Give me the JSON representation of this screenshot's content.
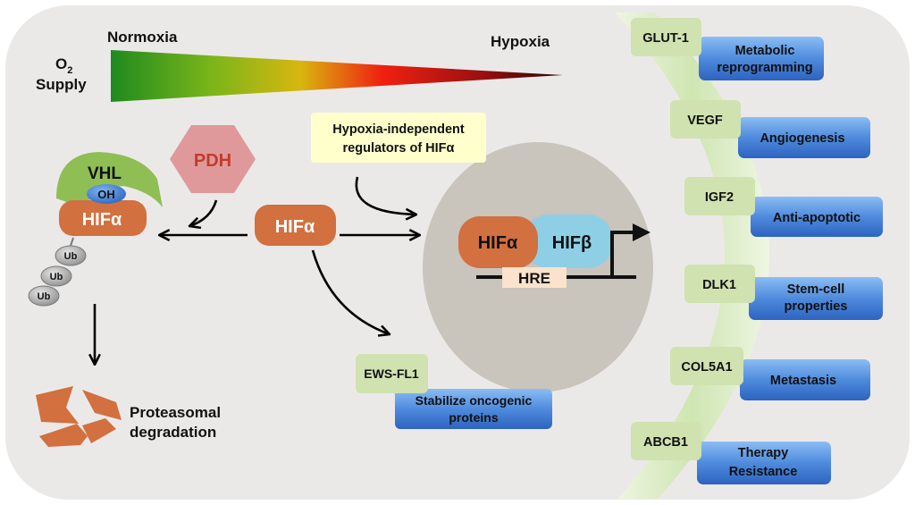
{
  "gradient": {
    "o2": "O",
    "o2_sub": "2",
    "supply": "Supply",
    "normoxia": "Normoxia",
    "hypoxia": "Hypoxia"
  },
  "left": {
    "vhl": "VHL",
    "oh": "OH",
    "hif_alpha": "HIFα",
    "ub": [
      "Ub",
      "Ub",
      "Ub"
    ],
    "pdh": "PDH",
    "proteasomal_1": "Proteasomal",
    "proteasomal_2": "degradation"
  },
  "center": {
    "hif_alpha": "HIFα",
    "regulators_1": "Hypoxia-independent",
    "regulators_2": "regulators of HIFα",
    "ews_fl1": "EWS-FL1",
    "stabilize_1": "Stabilize oncogenic",
    "stabilize_2": "proteins"
  },
  "nucleus": {
    "hif_alpha": "HIFα",
    "hif_beta": "HIFβ",
    "hre": "HRE"
  },
  "targets": [
    {
      "gene": "GLUT-1",
      "effect": [
        "Metabolic",
        "reprogramming"
      ]
    },
    {
      "gene": "VEGF",
      "effect": [
        "Angiogenesis"
      ]
    },
    {
      "gene": "IGF2",
      "effect": [
        "Anti-apoptotic"
      ]
    },
    {
      "gene": "DLK1",
      "effect": [
        "Stem-cell",
        "properties"
      ]
    },
    {
      "gene": "COL5A1",
      "effect": [
        "Metastasis"
      ]
    },
    {
      "gene": "ABCB1",
      "effect": [
        "Therapy",
        "Resistance"
      ]
    }
  ],
  "colors": {
    "background": "#ebe9e8",
    "hif_orange": "#d2703f",
    "hif_beta": "#8ecfe6",
    "vhl_green": "#8fbe55",
    "pdh_pink": "#e0999a",
    "gene_green": "#cfe2b0",
    "effect_blue": "#4e89db",
    "nucleus": "#c9c4bc",
    "regulator_yellow": "#ffffcc"
  }
}
